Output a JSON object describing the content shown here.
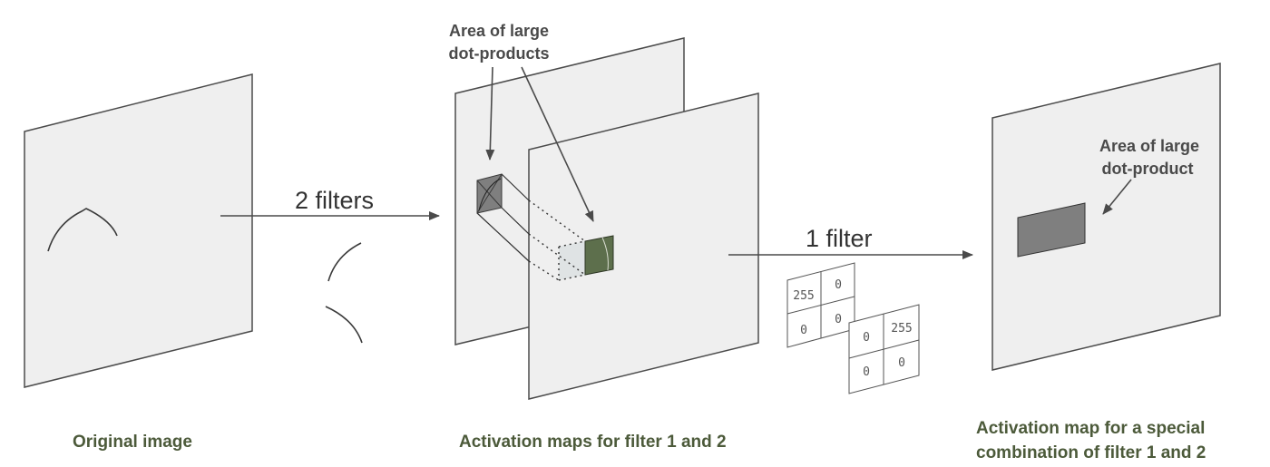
{
  "captions": {
    "original": "Original image",
    "maps": "Activation maps for filter 1 and 2",
    "combo_line1": "Activation map for a special",
    "combo_line2": "combination of filter 1 and 2"
  },
  "annotations": {
    "maps_line1": "Area of large",
    "maps_line2": "dot-products",
    "combo_line1": "Area of large",
    "combo_line2": "dot-product"
  },
  "arrows": {
    "first": "2 filters",
    "second": "1 filter"
  },
  "filter_grids": [
    {
      "cells": [
        "255",
        "0",
        "0",
        "0"
      ]
    },
    {
      "cells": [
        "0",
        "255",
        "0",
        "0"
      ]
    }
  ],
  "colors": {
    "panel": "#efefef",
    "highlight_gray": "#7f7f7f",
    "highlight_green": "#5d6f4c",
    "caption_text": "#4c5a3a"
  }
}
